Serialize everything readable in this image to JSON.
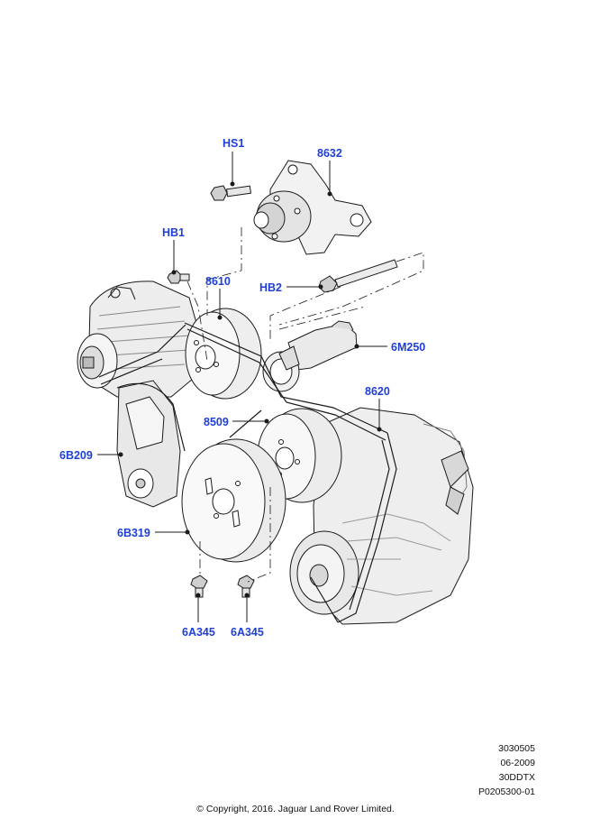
{
  "callouts": {
    "hs1": "HS1",
    "p8632": "8632",
    "hb1": "HB1",
    "p8610": "8610",
    "hb2": "HB2",
    "p6m250": "6M250",
    "p8620": "8620",
    "p8509": "8509",
    "p6b209": "6B209",
    "p6b319": "6B319",
    "p6a345_left": "6A345",
    "p6a345_right": "6A345"
  },
  "info_block": {
    "line1": "3030505",
    "line2": "06-2009",
    "line3": "30DDTX",
    "line4": "P0205300-01"
  },
  "copyright": "© Copyright, 2016. Jaguar Land Rover Limited.",
  "colors": {
    "callout": "#1f3fd6",
    "line_art": "#1a1a1a",
    "shading": "#9a9a9a"
  }
}
